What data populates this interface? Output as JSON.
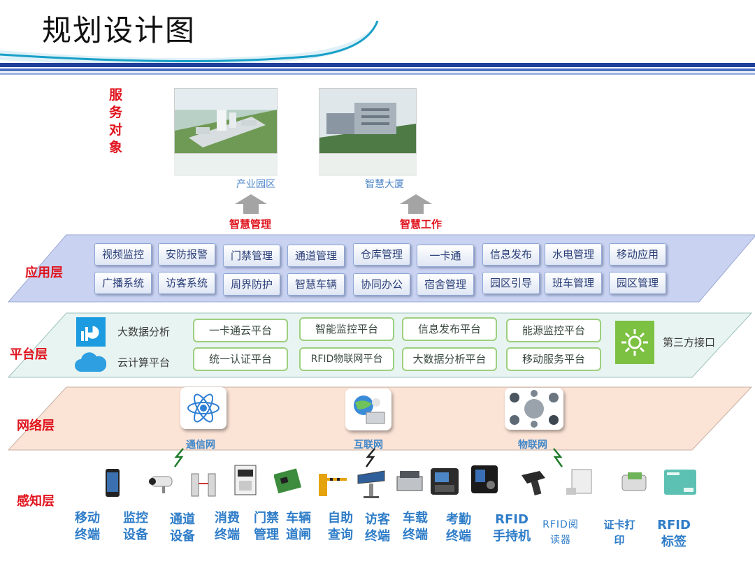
{
  "header": {
    "title": "规划设计图"
  },
  "service": {
    "label": "服务对象",
    "photos": [
      {
        "caption": "产业园区",
        "mgmt": "智慧管理"
      },
      {
        "caption": "智慧大厦",
        "mgmt": "智慧工作"
      }
    ]
  },
  "layers": {
    "app": "应用层",
    "platform": "平台层",
    "network": "网络层",
    "perception": "感知层"
  },
  "app_items": [
    [
      "视频监控",
      "安防报警",
      "门禁管理",
      "通道管理",
      "仓库管理",
      "一卡通",
      "信息发布",
      "水电管理",
      "移动应用"
    ],
    [
      "广播系统",
      "访客系统",
      "周界防护",
      "智慧车辆",
      "协同办公",
      "宿舍管理",
      "园区引导",
      "班车管理",
      "园区管理"
    ]
  ],
  "platform": {
    "bigdata_label": "大数据分析",
    "cloud_label": "云计算平台",
    "third_party": "第三方接口",
    "items": [
      [
        "一卡通云平台",
        "智能监控平台",
        "信息发布平台",
        "能源监控平台"
      ],
      [
        "统一认证平台",
        "RFID物联网平台",
        "大数据分析平台",
        "移动服务平台"
      ]
    ]
  },
  "network": {
    "items": [
      "通信网",
      "互联网",
      "物联网"
    ]
  },
  "terminals": [
    [
      "移动",
      "终端"
    ],
    [
      "监控",
      "设备"
    ],
    [
      "通道",
      "设备"
    ],
    [
      "消费",
      "终端"
    ],
    [
      "门禁",
      "管理"
    ],
    [
      "车辆",
      "道闸"
    ],
    [
      "自助",
      "查询"
    ],
    [
      "访客",
      "终端"
    ],
    [
      "车载",
      "终端"
    ],
    [
      "考勤",
      "终端"
    ],
    [
      "RFID",
      "手持机"
    ],
    [
      "RFID阅",
      "读器"
    ],
    [
      "证卡打",
      "印"
    ],
    [
      "RFID",
      "标签"
    ]
  ],
  "colors": {
    "accent_red": "#e0141e",
    "app_band": "#c9d3f1",
    "platform_band": "#e8f4f1",
    "network_band": "#fbe3d6",
    "label_blue": "#2f7dc8"
  }
}
